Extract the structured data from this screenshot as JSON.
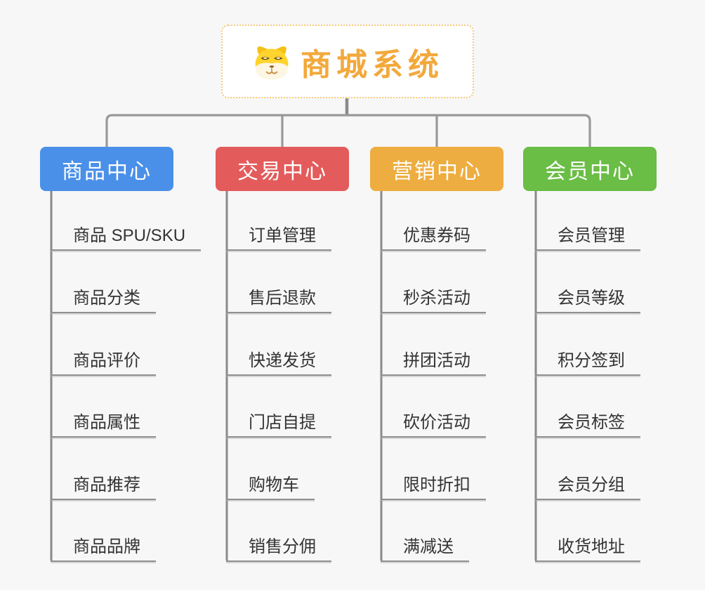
{
  "canvas": {
    "background": "#f7f7f7",
    "connector_color": "#8d8d8d",
    "underline_color": "#8f8f8f"
  },
  "root": {
    "title": "商城系统",
    "title_color": "#f2a93c",
    "border_color": "#f6c878",
    "icon": "dog-face-icon"
  },
  "branches": [
    {
      "label": "商品中心",
      "color": "#4a90e8",
      "items": [
        "商品 SPU/SKU",
        "商品分类",
        "商品评价",
        "商品属性",
        "商品推荐",
        "商品品牌"
      ]
    },
    {
      "label": "交易中心",
      "color": "#e35b5b",
      "items": [
        "订单管理",
        "售后退款",
        "快递发货",
        "门店自提",
        "购物车",
        "销售分佣"
      ]
    },
    {
      "label": "营销中心",
      "color": "#eead40",
      "items": [
        "优惠券码",
        "秒杀活动",
        "拼团活动",
        "砍价活动",
        "限时折扣",
        "满减送"
      ]
    },
    {
      "label": "会员中心",
      "color": "#6abd45",
      "items": [
        "会员管理",
        "会员等级",
        "积分签到",
        "会员标签",
        "会员分组",
        "收货地址"
      ]
    }
  ]
}
